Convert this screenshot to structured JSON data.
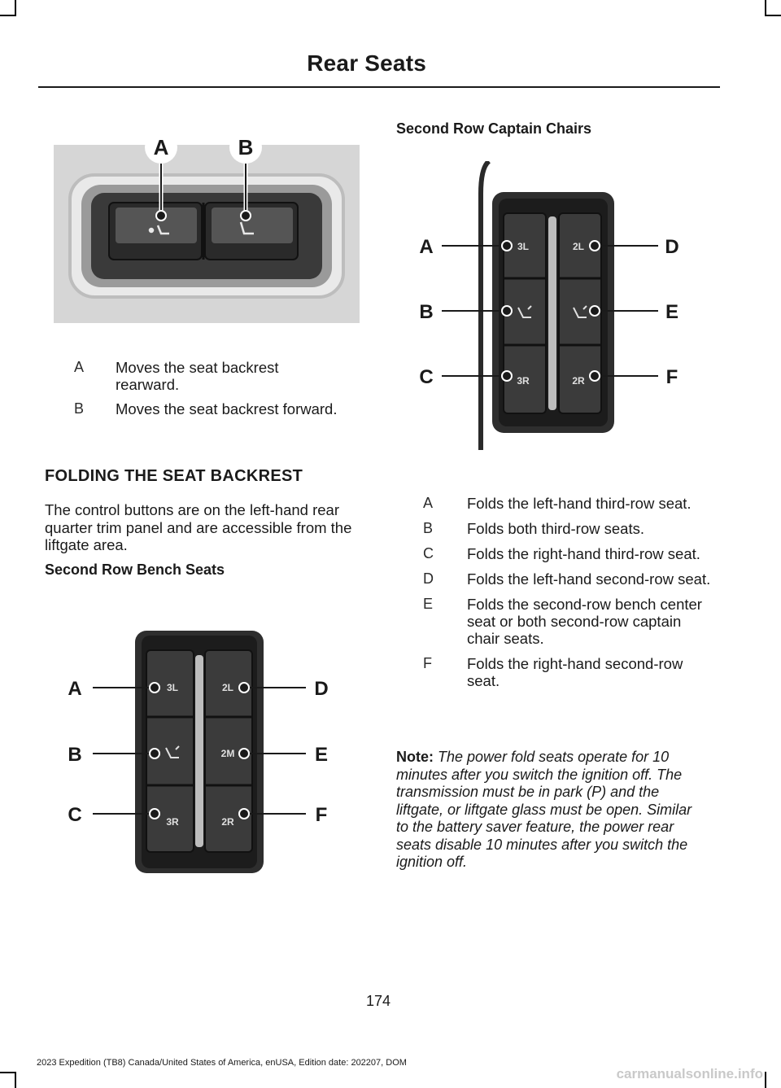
{
  "header": {
    "title": "Rear Seats"
  },
  "figure_backrest": {
    "callouts": [
      "A",
      "B"
    ]
  },
  "backrest_legend": [
    {
      "key": "A",
      "desc": "Moves the seat backrest rearward."
    },
    {
      "key": "B",
      "desc": "Moves the seat backrest forward."
    }
  ],
  "folding": {
    "heading": "FOLDING THE SEAT BACKREST",
    "body": "The control buttons are on the left-hand rear quarter trim panel and are accessible from the liftgate area.",
    "bench_heading": "Second Row Bench Seats"
  },
  "figure_bench": {
    "callouts_left": [
      "A",
      "B",
      "C"
    ],
    "callouts_right": [
      "D",
      "E",
      "F"
    ],
    "left_buttons": [
      "3L",
      "",
      "3R"
    ],
    "right_buttons": [
      "2L",
      "2M",
      "2R"
    ]
  },
  "captain": {
    "heading": "Second Row Captain Chairs"
  },
  "figure_captain": {
    "callouts_left": [
      "A",
      "B",
      "C"
    ],
    "callouts_right": [
      "D",
      "E",
      "F"
    ],
    "left_buttons": [
      "3L",
      "",
      "3R"
    ],
    "right_buttons": [
      "2L",
      "",
      "2R"
    ]
  },
  "fold_legend": [
    {
      "key": "A",
      "desc": "Folds the left-hand third-row seat."
    },
    {
      "key": "B",
      "desc": "Folds both third-row seats."
    },
    {
      "key": "C",
      "desc": "Folds the right-hand third-row seat."
    },
    {
      "key": "D",
      "desc": "Folds the left-hand second-row seat."
    },
    {
      "key": "E",
      "desc": "Folds the second-row bench center seat or both second-row captain chair seats."
    },
    {
      "key": "F",
      "desc": "Folds the right-hand second-row seat."
    }
  ],
  "note": {
    "label": "Note:",
    "text": "The power fold seats operate for 10 minutes after you switch the ignition off. The transmission must be in park (P) and the liftgate, or liftgate glass must be open. Similar to the battery saver feature, the power rear seats disable 10 minutes after you switch the ignition off."
  },
  "page_number": "174",
  "footer": "2023 Expedition (TB8) Canada/United States of America, enUSA, Edition date: 202207, DOM",
  "watermark": "carmanualsonline.info"
}
